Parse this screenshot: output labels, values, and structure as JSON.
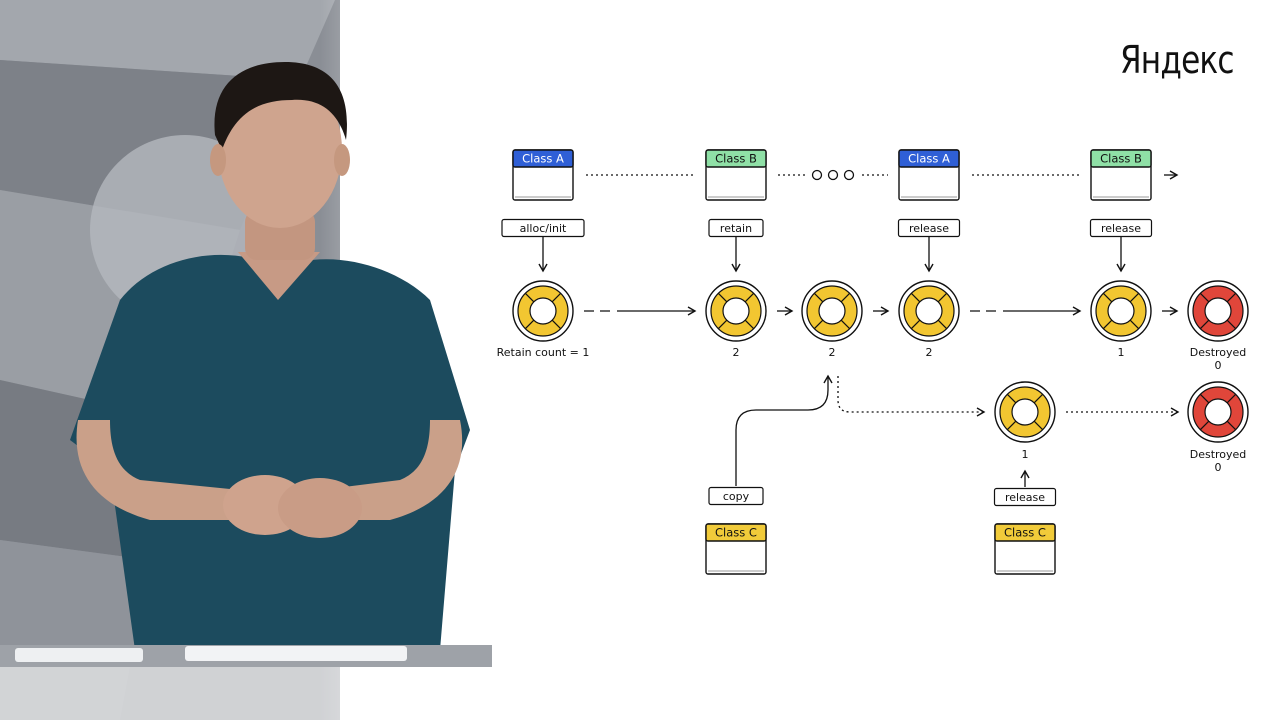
{
  "brand": {
    "logo_text": "Яндекс"
  },
  "colors": {
    "class_a": "#2f5fd6",
    "class_b": "#8fe0a6",
    "class_c": "#f1cb3a",
    "ring_alive": "#f2c631",
    "ring_destroyed": "#e0463a"
  },
  "diagram": {
    "class_boxes": [
      {
        "id": "box1",
        "label": "Class A",
        "kind": "class_a"
      },
      {
        "id": "box2",
        "label": "Class B",
        "kind": "class_b"
      },
      {
        "id": "box3",
        "label": "Class A",
        "kind": "class_a"
      },
      {
        "id": "box4",
        "label": "Class B",
        "kind": "class_b"
      },
      {
        "id": "box5",
        "label": "Class C",
        "kind": "class_c"
      },
      {
        "id": "box6",
        "label": "Class C",
        "kind": "class_c"
      }
    ],
    "actions": [
      {
        "id": "act1",
        "label": "alloc/init"
      },
      {
        "id": "act2",
        "label": "retain"
      },
      {
        "id": "act3",
        "label": "release"
      },
      {
        "id": "act4",
        "label": "release"
      },
      {
        "id": "act5",
        "label": "copy"
      },
      {
        "id": "act6",
        "label": "release"
      }
    ],
    "rings": [
      {
        "id": "r1",
        "state": "alive",
        "count_label": "Retain count = 1"
      },
      {
        "id": "r2",
        "state": "alive",
        "count_label": "2"
      },
      {
        "id": "r3",
        "state": "alive",
        "count_label": "2"
      },
      {
        "id": "r4",
        "state": "alive",
        "count_label": "2"
      },
      {
        "id": "r5",
        "state": "alive",
        "count_label": "1"
      },
      {
        "id": "r6",
        "state": "destroyed",
        "count_label": "Destroyed",
        "count_value": "0"
      },
      {
        "id": "r7",
        "state": "alive",
        "count_label": "1"
      },
      {
        "id": "r8",
        "state": "destroyed",
        "count_label": "Destroyed",
        "count_value": "0"
      }
    ]
  }
}
